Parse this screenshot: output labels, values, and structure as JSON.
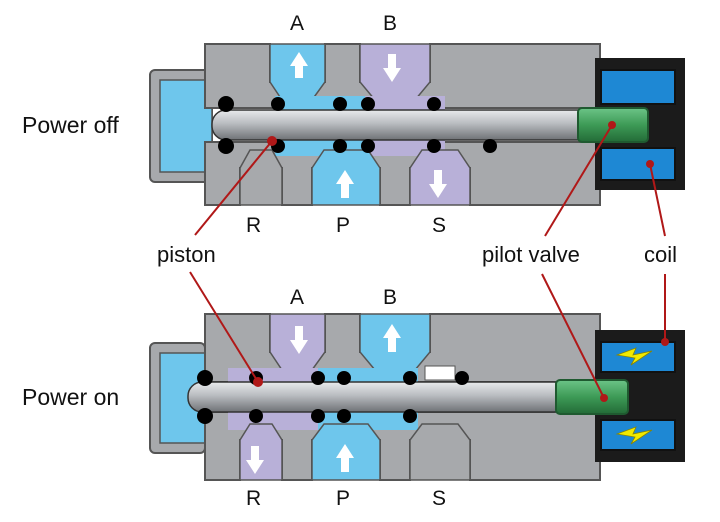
{
  "states": {
    "off": "Power off",
    "on": "Power on"
  },
  "ports": {
    "off": {
      "a": "A",
      "b": "B",
      "r": "R",
      "p": "P",
      "s": "S"
    },
    "on": {
      "a": "A",
      "b": "B",
      "r": "R",
      "p": "P",
      "s": "S"
    }
  },
  "callouts": {
    "piston": "piston",
    "pilot_valve": "pilot valve",
    "coil": "coil"
  },
  "colors": {
    "body": "#a7a9ac",
    "body_stroke": "#555555",
    "pressure": "#6ec6ec",
    "exhaust": "#b8b0d8",
    "rod": "#b9bcc0",
    "pilot": "#3d9a56",
    "coil_housing": "#1b1b1b",
    "coil_winding": "#1e88d4",
    "lightning": "#f2ea00",
    "leader": "#b01818",
    "seal": "#000000"
  },
  "icons": [
    "arrow-up-icon",
    "arrow-down-icon",
    "lightning-icon",
    "o-ring-icon"
  ]
}
